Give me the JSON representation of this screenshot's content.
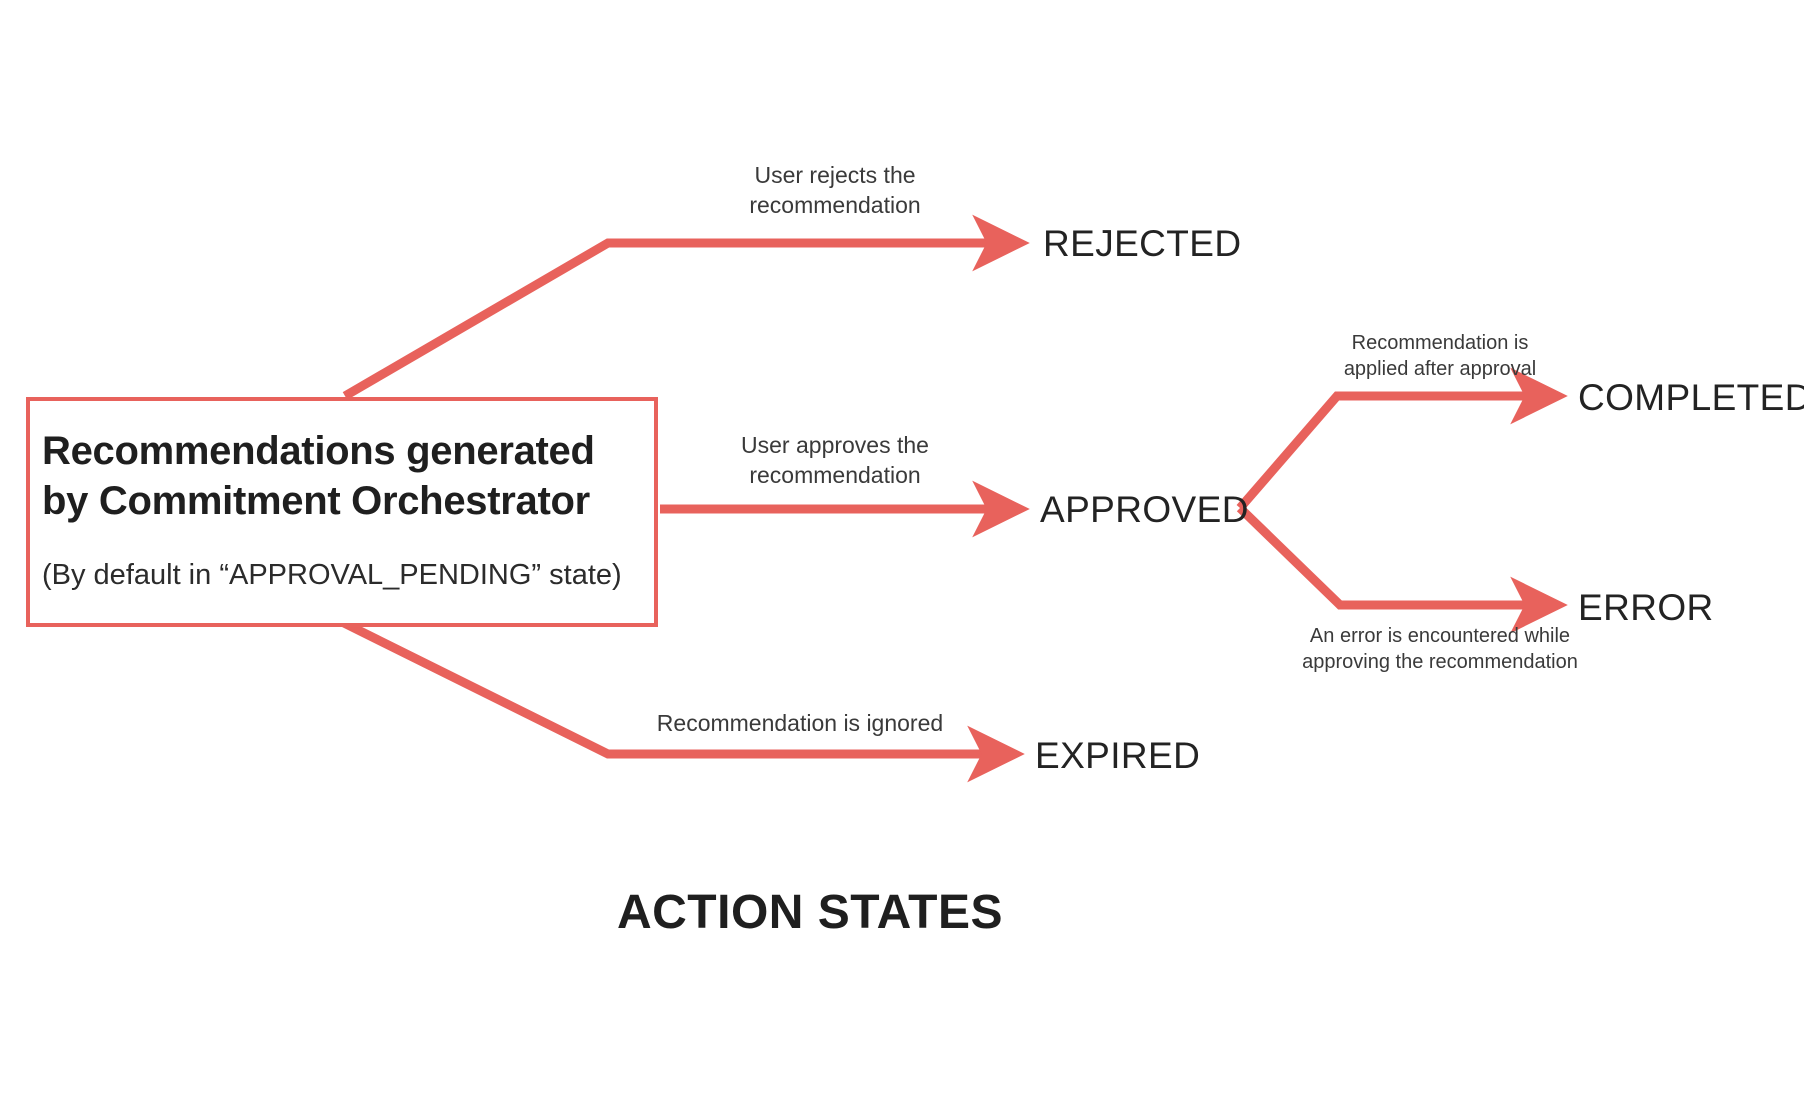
{
  "diagram": {
    "title": "ACTION STATES",
    "accent_color": "#e8625c",
    "text_color": "#232323",
    "background": "#ffffff",
    "source_node": {
      "title": "Recommendations generated\nby Commitment Orchestrator",
      "subtitle": "(By default in “APPROVAL_PENDING” state)"
    },
    "states": [
      {
        "id": "rejected",
        "label": "REJECTED"
      },
      {
        "id": "approved",
        "label": "APPROVED"
      },
      {
        "id": "expired",
        "label": "EXPIRED"
      },
      {
        "id": "completed",
        "label": "COMPLETED"
      },
      {
        "id": "error",
        "label": "ERROR"
      }
    ],
    "transitions": [
      {
        "id": "to-rejected",
        "from": "source",
        "to": "rejected",
        "label": "User rejects the\nrecommendation"
      },
      {
        "id": "to-approved",
        "from": "source",
        "to": "approved",
        "label": "User approves the\nrecommendation"
      },
      {
        "id": "to-expired",
        "from": "source",
        "to": "expired",
        "label": "Recommendation is ignored"
      },
      {
        "id": "to-completed",
        "from": "approved",
        "to": "completed",
        "label": "Recommendation is\napplied after approval"
      },
      {
        "id": "to-error",
        "from": "approved",
        "to": "error",
        "label": "An error is encountered while\napproving the recommendation"
      }
    ]
  }
}
